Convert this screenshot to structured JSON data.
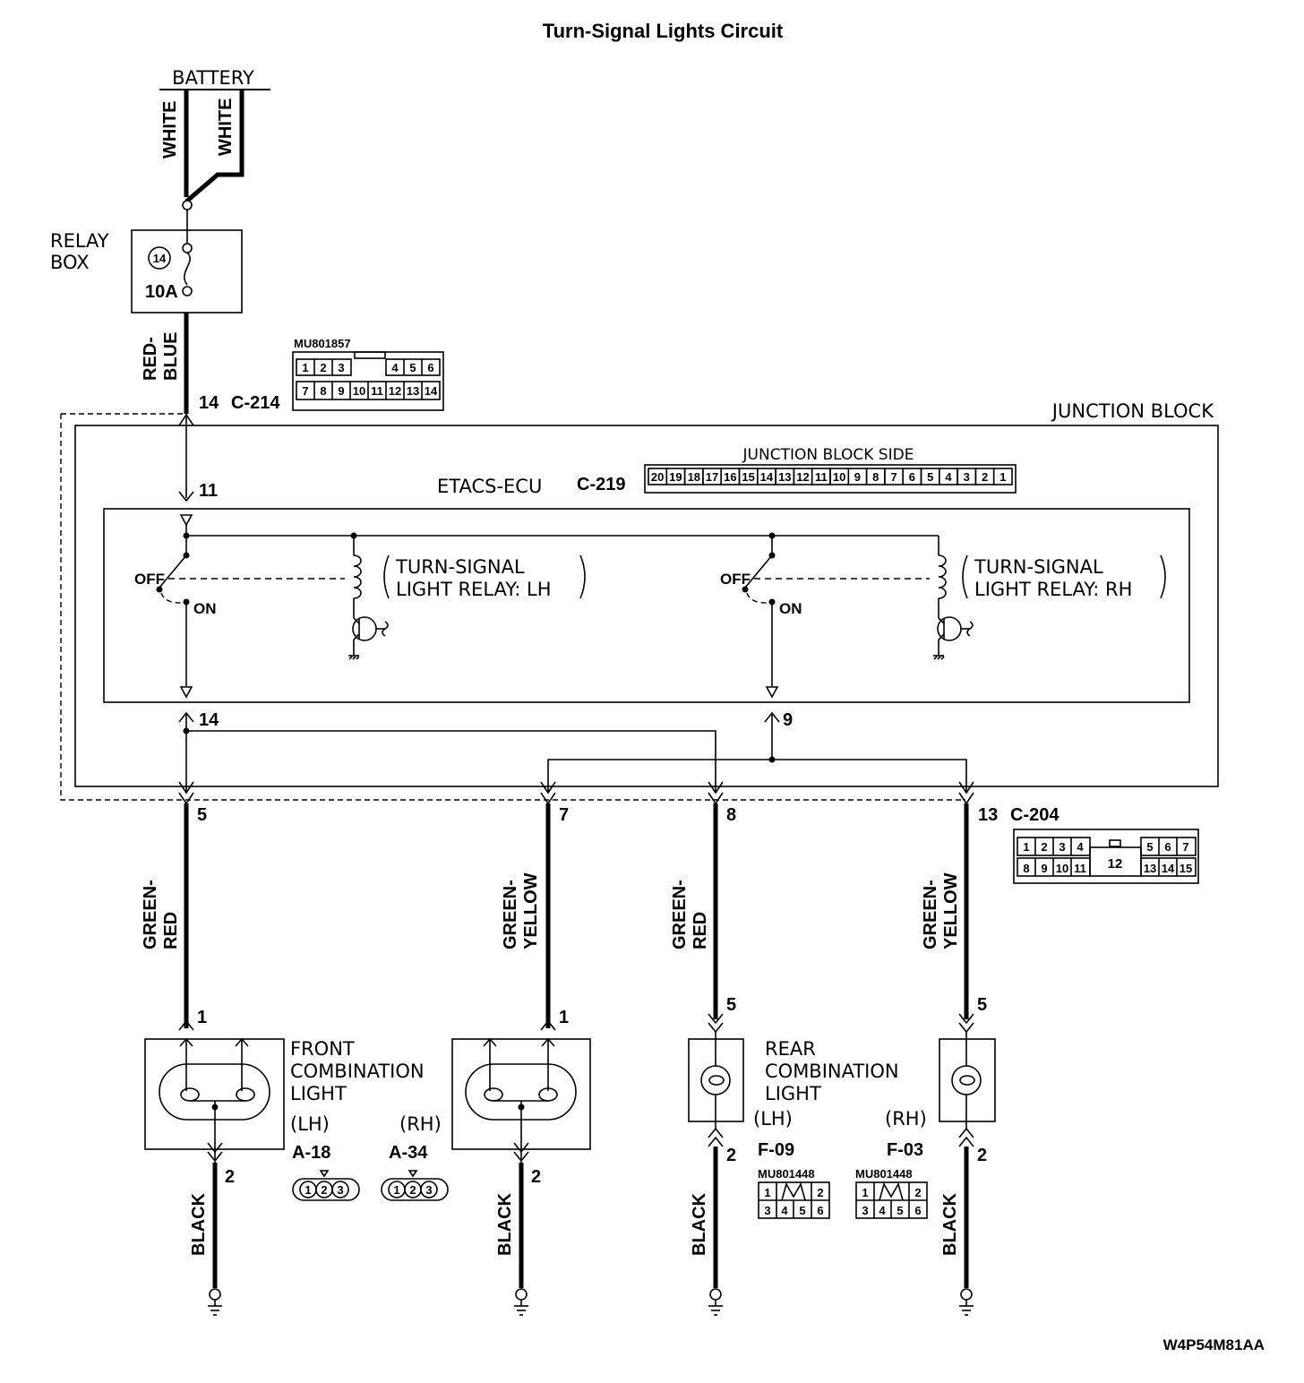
{
  "title": "Turn-Signal Lights Circuit",
  "doc_code": "W4P54M81AA",
  "battery": {
    "label": "BATTERY",
    "wire_left": "WHITE",
    "wire_right": "WHITE"
  },
  "relay_box": {
    "label_line1": "RELAY",
    "label_line2": "BOX",
    "fuse_number": "14",
    "fuse_rating": "10A"
  },
  "wire_red_blue": {
    "line1": "RED-",
    "line2": "BLUE"
  },
  "connector_c214": {
    "part_number": "MU801857",
    "pin_label": "14",
    "id": "C-214",
    "row1": [
      "1",
      "2",
      "3",
      "4",
      "5",
      "6"
    ],
    "row2": [
      "7",
      "8",
      "9",
      "10",
      "11",
      "12",
      "13",
      "14"
    ]
  },
  "junction_block": {
    "label": "JUNCTION BLOCK",
    "side_label": "JUNCTION BLOCK SIDE"
  },
  "etacs": {
    "label": "ETACS-ECU",
    "connector_id": "C-219",
    "pins": [
      "20",
      "19",
      "18",
      "17",
      "16",
      "15",
      "14",
      "13",
      "12",
      "11",
      "10",
      "9",
      "8",
      "7",
      "6",
      "5",
      "4",
      "3",
      "2",
      "1"
    ],
    "input_pin": "11",
    "out_lh_pin": "14",
    "out_rh_pin": "9"
  },
  "relay_lh": {
    "line1": "TURN-SIGNAL",
    "line2": "LIGHT RELAY: LH",
    "off": "OFF",
    "on": "ON"
  },
  "relay_rh": {
    "line1": "TURN-SIGNAL",
    "line2": "LIGHT RELAY: RH",
    "off": "OFF",
    "on": "ON"
  },
  "connector_c204": {
    "id": "C-204",
    "row1": [
      "1",
      "2",
      "3",
      "4",
      "5",
      "6",
      "7"
    ],
    "row2": [
      "8",
      "9",
      "10",
      "11",
      "13",
      "14",
      "15"
    ],
    "center": "12"
  },
  "outputs": [
    {
      "pin": "5",
      "wire1": "GREEN-",
      "wire2": "RED",
      "lamp_pin": "1",
      "gnd_pin": "2",
      "gnd_wire": "BLACK"
    },
    {
      "pin": "7",
      "wire1": "GREEN-",
      "wire2": "YELLOW",
      "lamp_pin": "1",
      "gnd_pin": "2",
      "gnd_wire": "BLACK"
    },
    {
      "pin": "8",
      "wire1": "GREEN-",
      "wire2": "RED",
      "lamp_pin": "5",
      "gnd_pin": "2",
      "gnd_wire": "BLACK"
    },
    {
      "pin": "13",
      "wire1": "GREEN-",
      "wire2": "YELLOW",
      "lamp_pin": "5",
      "gnd_pin": "2",
      "gnd_wire": "BLACK"
    }
  ],
  "front_light": {
    "line1": "FRONT",
    "line2": "COMBINATION",
    "line3": "LIGHT",
    "lh": "(LH)",
    "rh": "(RH)",
    "lh_conn": "A-18",
    "rh_conn": "A-34",
    "pins": [
      "1",
      "2",
      "3"
    ]
  },
  "rear_light": {
    "line1": "REAR",
    "line2": "COMBINATION",
    "line3": "LIGHT",
    "lh": "(LH)",
    "rh": "(RH)",
    "lh_conn": "F-09",
    "rh_conn": "F-03",
    "part_number": "MU801448",
    "row1": [
      "1",
      "2"
    ],
    "row2": [
      "3",
      "4",
      "5",
      "6"
    ]
  }
}
